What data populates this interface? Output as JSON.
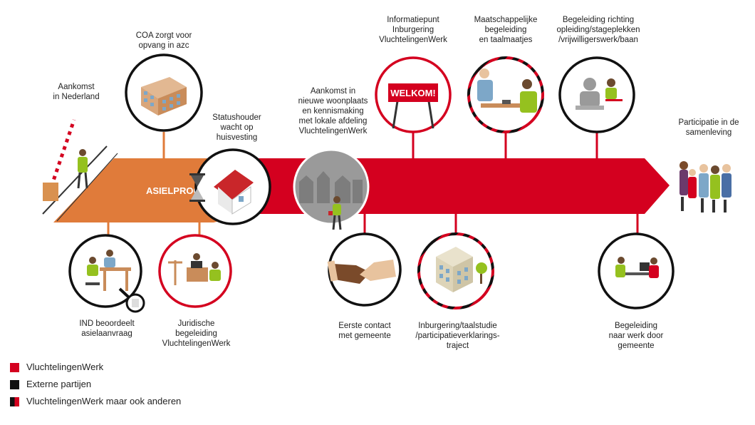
{
  "band": {
    "label": "ASIELPROCEDURE"
  },
  "welcome_sign": "WELKOM!",
  "colors": {
    "red": "#d4001f",
    "orange": "#e07b3a",
    "black": "#111111",
    "green": "#95c11f"
  },
  "steps": {
    "aankomst": "Aankomst\nin Nederland",
    "coa": "COA zorgt voor\nopvang in azc",
    "ind": "IND beoordeelt\nasielaanvraag",
    "juridisch": "Juridische\nbegeleiding\nVluchtelingenWerk",
    "statushouder": "Statushouder\nwacht op\nhuisvesting",
    "woonplaats": "Aankomst in\nnieuwe woonplaats\nen kennismaking\nmet lokale afdeling\nVluchtelingenWerk",
    "eerste_contact": "Eerste contact\nmet gemeente",
    "informatiepunt": "Informatiepunt\nInburgering\nVluchtelingenWerk",
    "inburgering": "Inburgering/taalstudie\n/participatieverklarings-\ntraject",
    "maatschappelijk": "Maatschappelijke\nbegeleiding\nen taalmaatjes",
    "begeleiding_opleiding": "Begeleiding richting\nopleiding/stageplekken\n/vrijwilligerswerk/baan",
    "werk_gemeente": "Begeleiding\nnaar werk door\ngemeente",
    "participatie": "Participatie in de\nsamenleving"
  },
  "legend": [
    {
      "label": "VluchtelingenWerk",
      "type": "red"
    },
    {
      "label": "Externe partijen",
      "type": "black"
    },
    {
      "label": "VluchtelingenWerk maar ook anderen",
      "type": "mixed"
    }
  ]
}
